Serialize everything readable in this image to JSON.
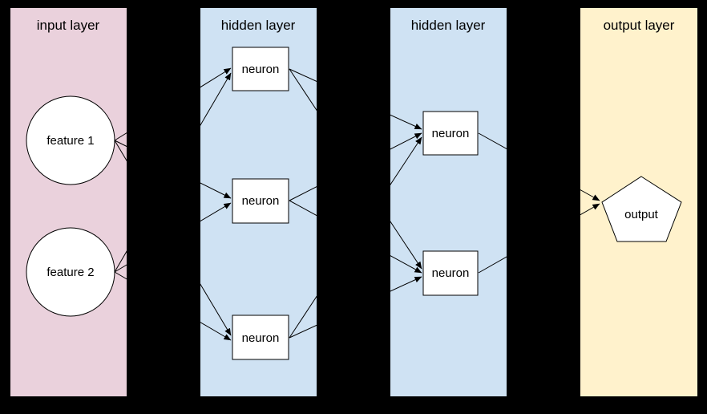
{
  "diagram": {
    "layers": [
      {
        "title": "input layer"
      },
      {
        "title": "hidden layer"
      },
      {
        "title": "hidden layer"
      },
      {
        "title": "output layer"
      }
    ],
    "nodes": {
      "feature1": "feature 1",
      "feature2": "feature 2",
      "h1n1": "neuron",
      "h1n2": "neuron",
      "h1n3": "neuron",
      "h2n1": "neuron",
      "h2n2": "neuron",
      "output": "output"
    },
    "colors": {
      "background": "#000000",
      "input_layer_bg": "#ead1dc",
      "hidden_layer_bg": "#cfe2f3",
      "output_layer_bg": "#fff2cc",
      "node_fill": "#ffffff",
      "stroke": "#000000",
      "text": "#000000"
    }
  }
}
